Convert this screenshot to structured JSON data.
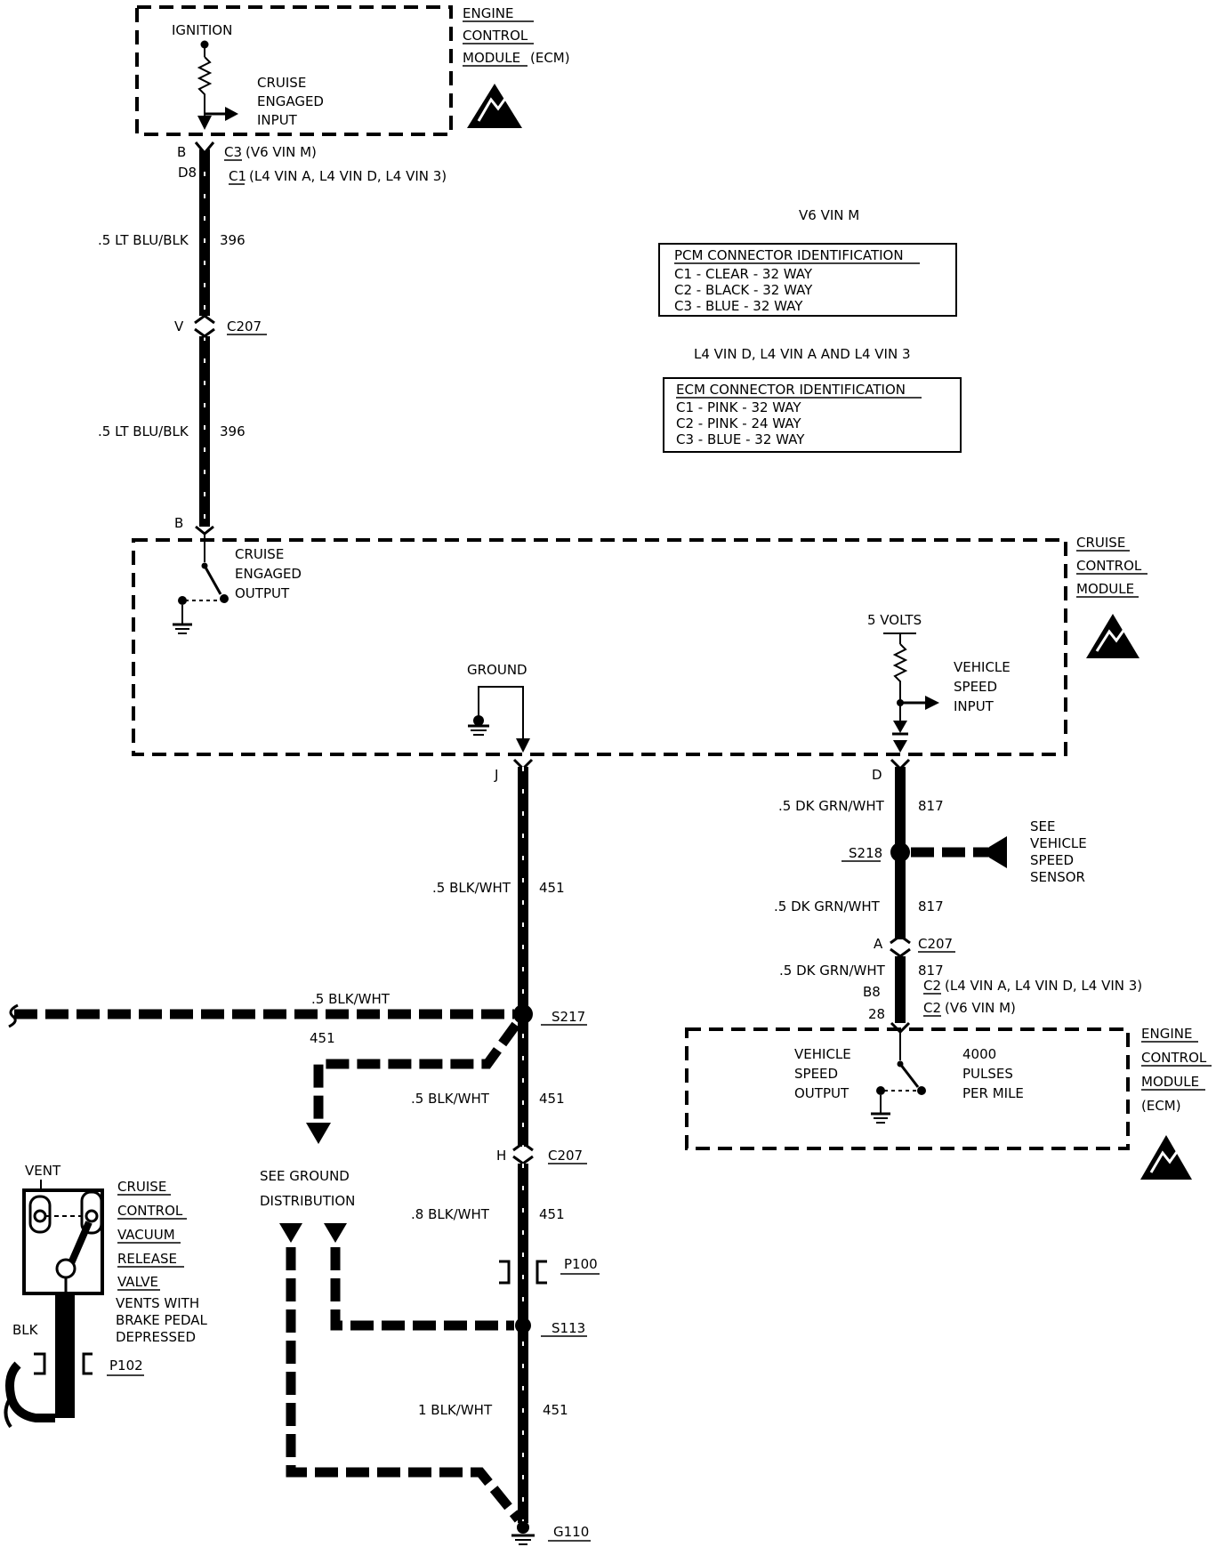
{
  "ecm_top": {
    "name_lines": [
      "ENGINE",
      "CONTROL",
      "MODULE"
    ],
    "name_suffix": "(ECM)",
    "ignition": "IGNITION",
    "input_lines": [
      "CRUISE",
      "ENGAGED",
      "INPUT"
    ],
    "pin_v6": "B",
    "conn_v6": "C3",
    "conn_v6_note": "(V6 VIN M)",
    "pin_l4": "D8",
    "conn_l4": "C1",
    "conn_l4_note": "(L4 VIN A, L4 VIN D, L4 VIN 3)"
  },
  "wire_396": {
    "upper_label": ".5 LT BLU/BLK",
    "upper_circuit": "396",
    "pin": "V",
    "connector": "C207",
    "lower_label": ".5 LT BLU/BLK",
    "lower_circuit": "396",
    "ccm_pin": "B"
  },
  "pcm_id": {
    "heading": "V6 VIN M",
    "title": "PCM CONNECTOR IDENTIFICATION",
    "rows": [
      "C1 - CLEAR - 32 WAY",
      "C2 - BLACK - 32 WAY",
      "C3 - BLUE - 32 WAY"
    ]
  },
  "ecm_id": {
    "heading": "L4 VIN D, L4 VIN A AND L4 VIN 3",
    "title": "ECM CONNECTOR IDENTIFICATION",
    "rows": [
      "C1 - PINK - 32 WAY",
      "C2 - PINK - 24 WAY",
      "C3 - BLUE - 32 WAY"
    ]
  },
  "ccm": {
    "name_lines": [
      "CRUISE",
      "CONTROL",
      "MODULE"
    ],
    "output_lines": [
      "CRUISE",
      "ENGAGED",
      "OUTPUT"
    ],
    "ground": "GROUND",
    "five_volts": "5 VOLTS",
    "vss_input_lines": [
      "VEHICLE",
      "SPEED",
      "INPUT"
    ],
    "pin_j": "J",
    "pin_d": "D"
  },
  "wire_451": {
    "seg1_label": ".5 BLK/WHT",
    "seg1_circuit": "451",
    "left_label": ".5 BLK/WHT",
    "splice_s217": "S217",
    "branch_circuit": "451",
    "seg2_label": ".5 BLK/WHT",
    "seg2_circuit": "451",
    "pin_h": "H",
    "connector": "C207",
    "seg3_label": ".8 BLK/WHT",
    "seg3_circuit": "451",
    "passthrough": "P100",
    "splice_s113": "S113",
    "seg4_label": "1 BLK/WHT",
    "seg4_circuit": "451",
    "ground": "G110",
    "see_ground_lines": [
      "SEE GROUND",
      "DISTRIBUTION"
    ]
  },
  "wire_817": {
    "seg1_label": ".5 DK GRN/WHT",
    "seg1_circuit": "817",
    "splice": "S218",
    "see_lines": [
      "SEE",
      "VEHICLE",
      "SPEED",
      "SENSOR"
    ],
    "seg2_label": ".5 DK GRN/WHT",
    "seg2_circuit": "817",
    "pin_a": "A",
    "connector": "C207",
    "seg3_label": ".5 DK GRN/WHT",
    "seg3_circuit": "817",
    "pin_l4": "B8",
    "conn_l4": "C2",
    "conn_l4_note": "(L4 VIN A, L4 VIN D, L4 VIN 3)",
    "pin_v6": "28",
    "conn_v6": "C2",
    "conn_v6_note": "(V6 VIN M)"
  },
  "ecm_bottom": {
    "name_lines": [
      "ENGINE",
      "CONTROL",
      "MODULE"
    ],
    "name_suffix": "(ECM)",
    "output_lines": [
      "VEHICLE",
      "SPEED",
      "OUTPUT"
    ],
    "pulses_lines": [
      "4000",
      "PULSES",
      "PER MILE"
    ]
  },
  "valve": {
    "vent": "VENT",
    "name_lines": [
      "CRUISE",
      "CONTROL",
      "VACUUM",
      "RELEASE",
      "VALVE"
    ],
    "note_lines": [
      "VENTS WITH",
      "BRAKE PEDAL",
      "DEPRESSED"
    ],
    "wire_color": "BLK",
    "passthrough": "P102"
  }
}
